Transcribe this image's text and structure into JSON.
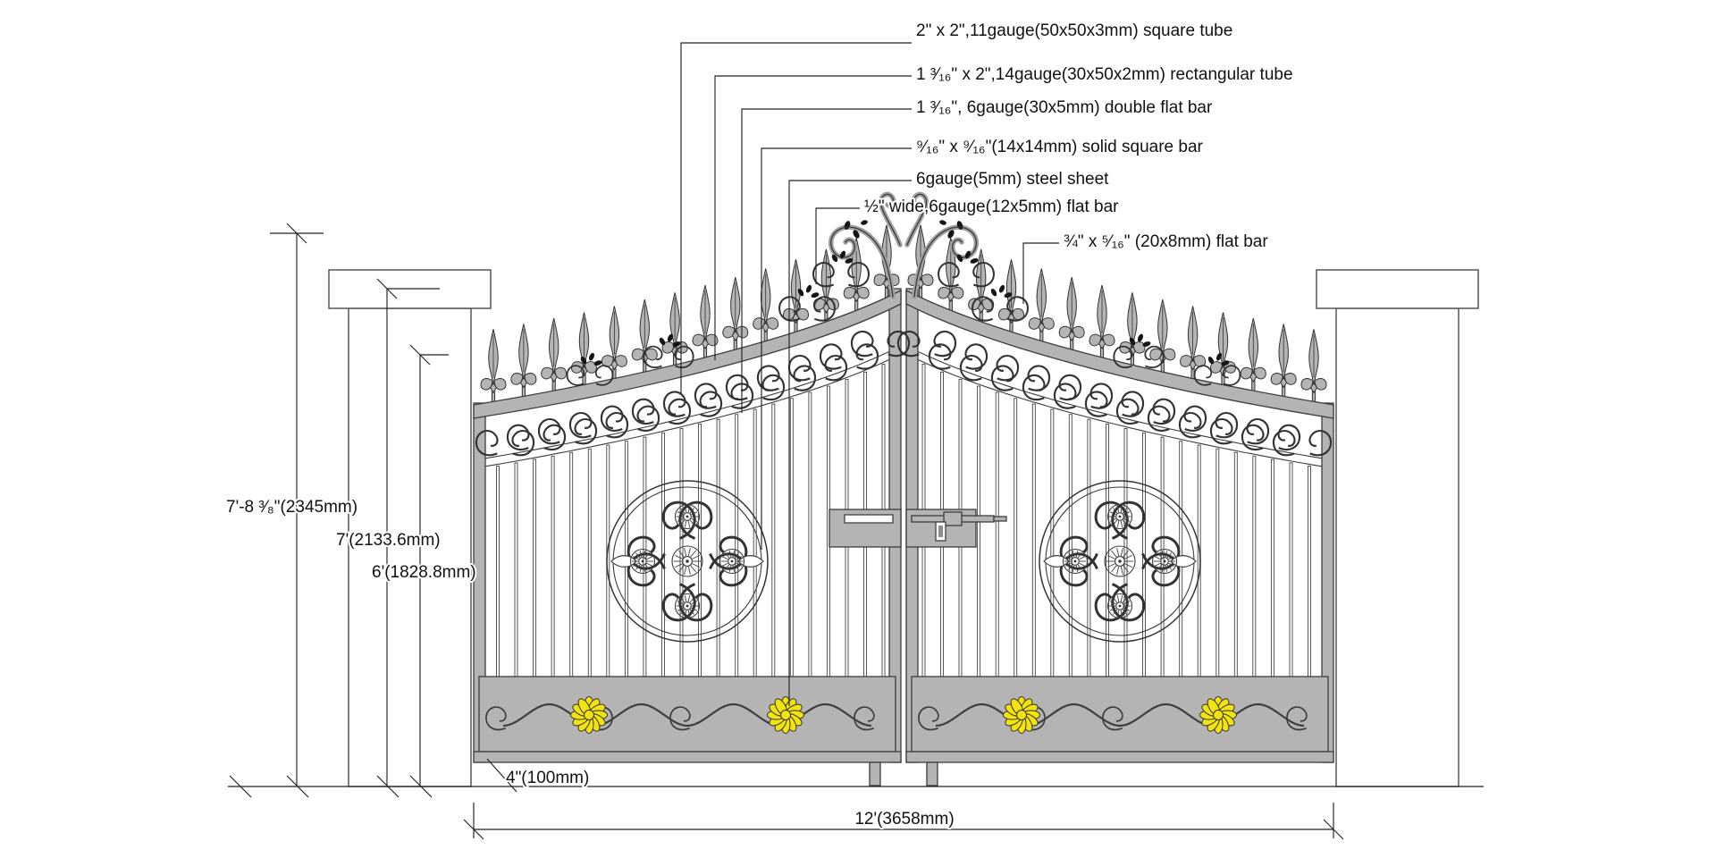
{
  "title": "Double swing wrought iron gate technical drawing",
  "callouts": [
    {
      "id": "square-tube",
      "label": "2\" x 2\",11gauge(50x50x3mm) square tube"
    },
    {
      "id": "rectangular-tube",
      "label": "1 ³⁄₁₆\" x 2\",14gauge(30x50x2mm) rectangular tube"
    },
    {
      "id": "double-flat-bar",
      "label": "1 ³⁄₁₆\", 6gauge(30x5mm)  double flat bar"
    },
    {
      "id": "solid-square-bar",
      "label": "⁹⁄₁₆\" x ⁹⁄₁₆\"(14x14mm) solid square bar"
    },
    {
      "id": "steel-sheet",
      "label": "6gauge(5mm)  steel sheet"
    },
    {
      "id": "half-flat-bar",
      "label": "½\" wide,6gauge(12x5mm) flat bar"
    },
    {
      "id": "flat-bar-20x8",
      "label": "¾\" x ⁵⁄₁₆\" (20x8mm) flat bar"
    }
  ],
  "dimensions": {
    "total_height": "7'-8 ³⁄₈\"(2345mm)",
    "height_7ft": "7'(2133.6mm)",
    "height_6ft": "6'(1828.8mm)",
    "ground_clearance": "4\"(100mm)",
    "total_width": "12'(3658mm)"
  },
  "colors": {
    "steel_fill": "#b4b4b4",
    "line": "#333333",
    "flower_yellow": "#f2e20e",
    "background": "#ffffff"
  }
}
